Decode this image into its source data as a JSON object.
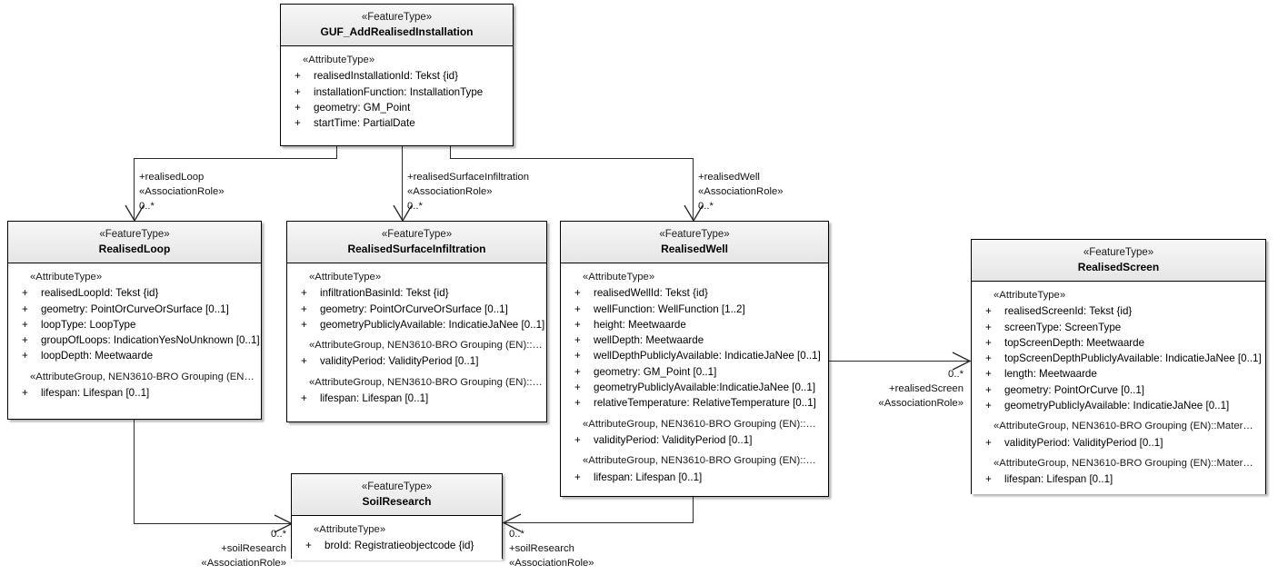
{
  "diagram": {
    "type": "uml-class-diagram",
    "title": "GUF_AddRealisedInstallation UML class diagram",
    "stereotype_feature": "«FeatureType»",
    "stereotype_attribute": "«AttributeType»",
    "visibility_public": "+"
  },
  "classes": {
    "guf": {
      "stereotype": "«FeatureType»",
      "name": "GUF_AddRealisedInstallation",
      "sections": [
        {
          "group": "«AttributeType»",
          "attributes": [
            "realisedInstallationId: Tekst {id}",
            "installationFunction: InstallationType",
            "geometry: GM_Point",
            "startTime: PartialDate"
          ]
        }
      ]
    },
    "realised_loop": {
      "stereotype": "«FeatureType»",
      "name": "RealisedLoop",
      "sections": [
        {
          "group": "«AttributeType»",
          "attributes": [
            "realisedLoopId: Tekst {id}",
            "geometry: PointOrCurveOrSurface [0..1]",
            "loopType: LoopType",
            "groupOfLoops: IndicationYesNoUnknown [0..1]",
            "loopDepth: Meetwaarde"
          ]
        },
        {
          "group": "«AttributeGroup, NEN3610-BRO Grouping (EN…",
          "attributes": [
            "lifespan: Lifespan [0..1]"
          ]
        }
      ]
    },
    "realised_surface_infiltration": {
      "stereotype": "«FeatureType»",
      "name": "RealisedSurfaceInfiltration",
      "sections": [
        {
          "group": "«AttributeType»",
          "attributes": [
            "infiltrationBasinId: Tekst {id}",
            "geometry: PointOrCurveOrSurface [0..1]",
            "geometryPubliclyAvailable: IndicatieJaNee [0..1]"
          ]
        },
        {
          "group": "«AttributeGroup, NEN3610-BRO Grouping (EN)::…",
          "attributes": [
            "validityPeriod: ValidityPeriod [0..1]"
          ]
        },
        {
          "group": "«AttributeGroup, NEN3610-BRO Grouping (EN)::…",
          "attributes": [
            "lifespan: Lifespan [0..1]"
          ]
        }
      ]
    },
    "realised_well": {
      "stereotype": "«FeatureType»",
      "name": "RealisedWell",
      "sections": [
        {
          "group": "«AttributeType»",
          "attributes": [
            "realisedWellId: Tekst {id}",
            "wellFunction: WellFunction [1..2]",
            "height: Meetwaarde",
            "wellDepth: Meetwaarde",
            "wellDepthPubliclyAvailable: IndicatieJaNee [0..1]",
            "geometry: GM_Point [0..1]",
            "geometryPubliclyAvailable:IndicatieJaNee [0..1]",
            "relativeTemperature: RelativeTemperature [0..1]"
          ]
        },
        {
          "group": "«AttributeGroup, NEN3610-BRO Grouping (EN)::…",
          "attributes": [
            "validityPeriod: ValidityPeriod [0..1]"
          ]
        },
        {
          "group": "«AttributeGroup, NEN3610-BRO Grouping (EN)::…",
          "attributes": [
            "lifespan: Lifespan [0..1]"
          ]
        }
      ]
    },
    "realised_screen": {
      "stereotype": "«FeatureType»",
      "name": "RealisedScreen",
      "sections": [
        {
          "group": "«AttributeType»",
          "attributes": [
            "realisedScreenId: Tekst {id}",
            "screenType: ScreenType",
            "topScreenDepth: Meetwaarde",
            "topScreenDepthPubliclyAvailable: IndicatieJaNee [0..1]",
            "length: Meetwaarde",
            "geometry: PointOrCurve [0..1]",
            "geometryPubliclyAvailable: IndicatieJaNee [0..1]"
          ]
        },
        {
          "group": "«AttributeGroup, NEN3610-BRO Grouping (EN)::Mater…",
          "attributes": [
            "validityPeriod: ValidityPeriod [0..1]"
          ]
        },
        {
          "group": "«AttributeGroup, NEN3610-BRO Grouping (EN)::Mater…",
          "attributes": [
            "lifespan: Lifespan [0..1]"
          ]
        }
      ]
    },
    "soil_research": {
      "stereotype": "«FeatureType»",
      "name": "SoilResearch",
      "sections": [
        {
          "group": "«AttributeType»",
          "attributes": [
            "broId: Registratieobjectcode {id}"
          ]
        }
      ]
    }
  },
  "associations": {
    "realised_loop": {
      "role": "+realisedLoop",
      "stereotype": "«AssociationRole»",
      "multiplicity": "0..*"
    },
    "realised_surface_infiltration": {
      "role": "+realisedSurfaceInfiltration",
      "stereotype": "«AssociationRole»",
      "multiplicity": "0..*"
    },
    "realised_well": {
      "role": "+realisedWell",
      "stereotype": "«AssociationRole»",
      "multiplicity": "0..*"
    },
    "realised_screen": {
      "role": "+realisedScreen",
      "stereotype": "«AssociationRole»",
      "multiplicity": "0..*"
    },
    "soil_research_from_loop": {
      "role": "+soilResearch",
      "stereotype": "«AssociationRole»",
      "multiplicity": "0..*"
    },
    "soil_research_from_well": {
      "role": "+soilResearch",
      "stereotype": "«AssociationRole»",
      "multiplicity": "0..*"
    }
  }
}
